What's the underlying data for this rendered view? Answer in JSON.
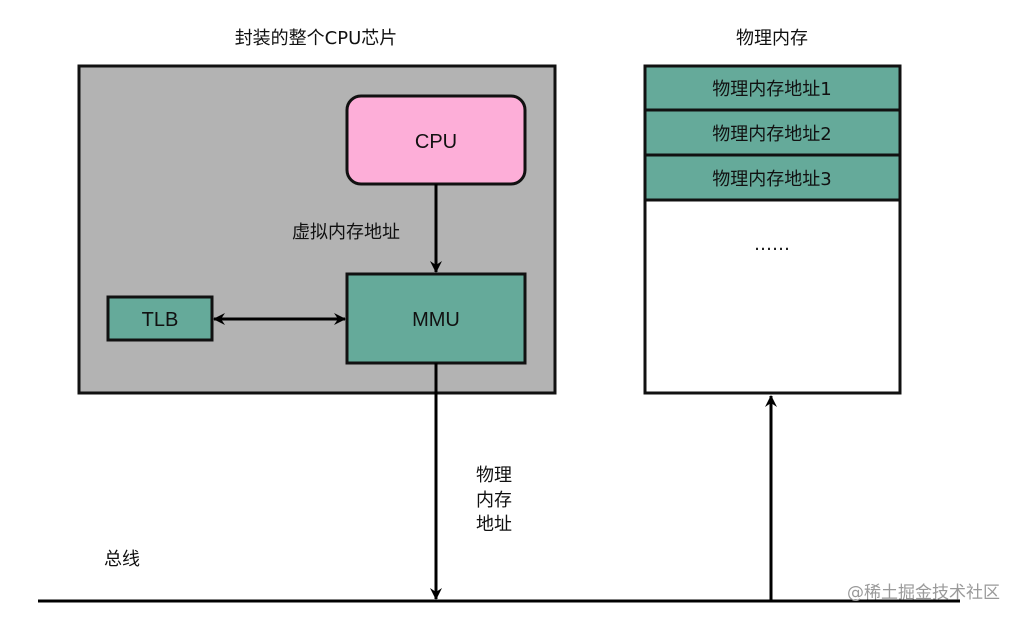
{
  "chip": {
    "title": "封装的整个CPU芯片",
    "fill": "#b3b3b3",
    "cpu": {
      "label": "CPU",
      "fill": "#fdaed8"
    },
    "mmu": {
      "label": "MMU",
      "fill": "#65aa9a"
    },
    "tlb": {
      "label": "TLB",
      "fill": "#65aa9a"
    },
    "virtual_address_label": "虚拟内存地址"
  },
  "memory": {
    "title": "物理内存",
    "rows": [
      {
        "label": "物理内存地址1"
      },
      {
        "label": "物理内存地址2"
      },
      {
        "label": "物理内存地址3"
      }
    ],
    "row_fill": "#65aa9a",
    "ellipsis": "……"
  },
  "bus": {
    "label": "总线",
    "physical_address_label": [
      "物理",
      "内存",
      "地址"
    ]
  },
  "watermark": "@稀土掘金技术社区"
}
